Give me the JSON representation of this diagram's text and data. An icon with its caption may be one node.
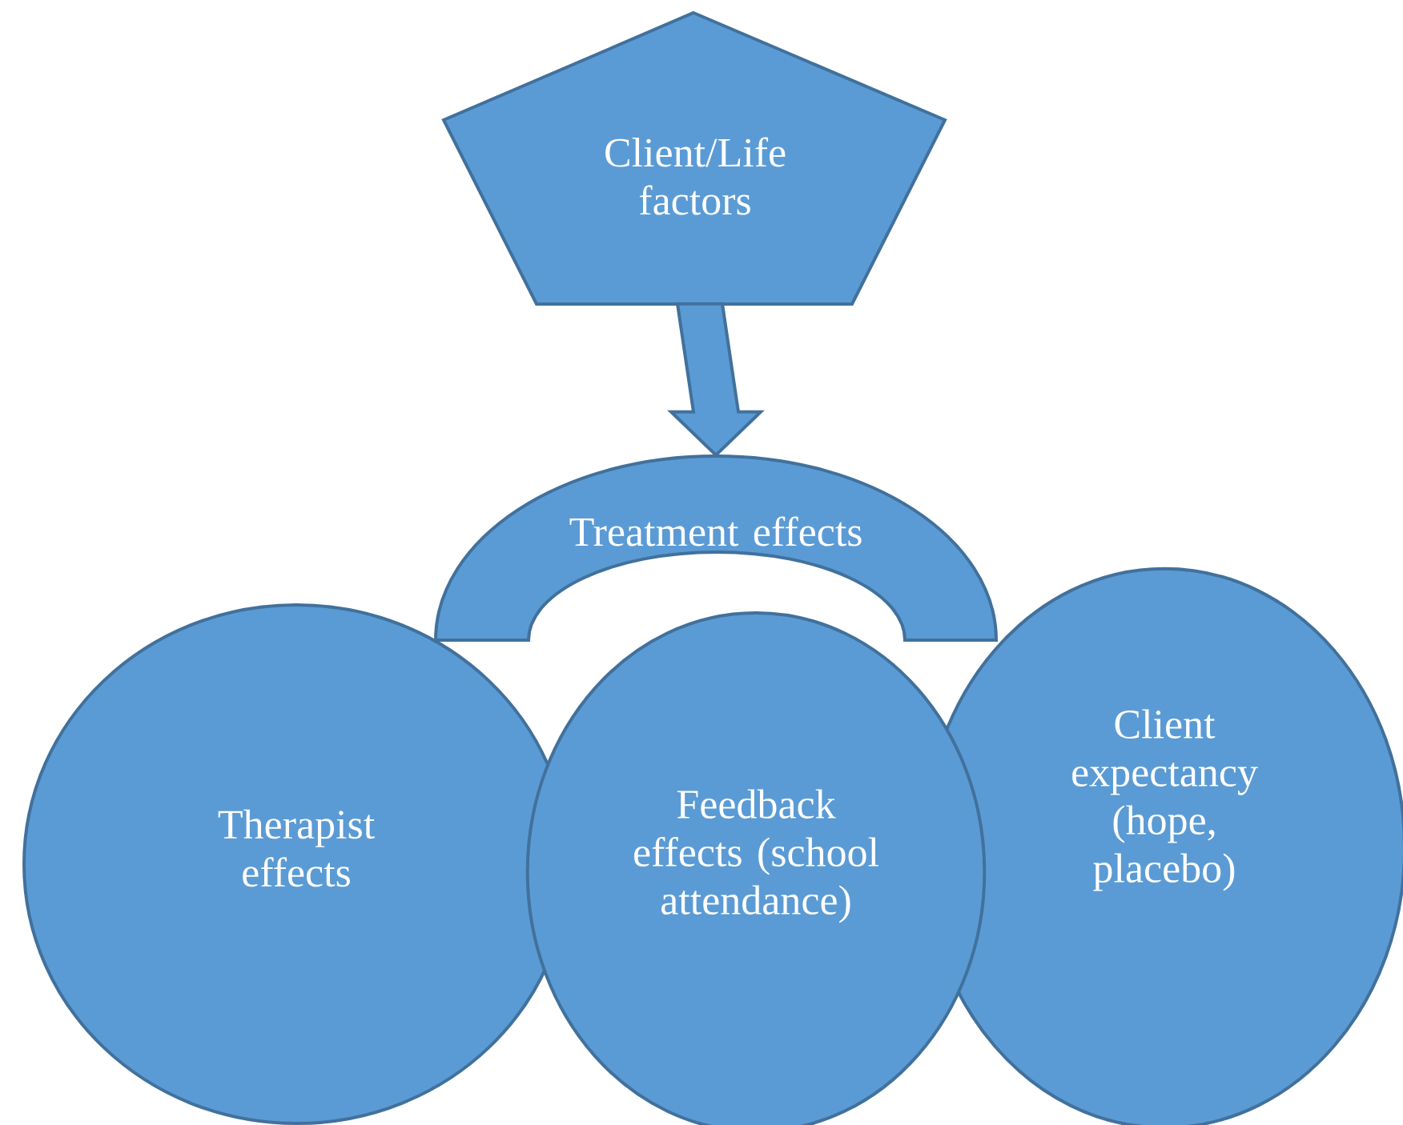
{
  "diagram": {
    "nodes": [
      {
        "text": [
          "Client/Life factors"
        ]
      },
      {
        "text": [
          "Treatment effects"
        ]
      },
      {
        "text": [
          "Therapist effects"
        ]
      },
      {
        "text": [
          "Feedback effects (school attendance)"
        ]
      },
      {
        "text": [
          "Client expectancy (hope, placebo)"
        ]
      }
    ],
    "edges": [
      {
        "from": 0,
        "to": 1,
        "arrow": "to"
      }
    ]
  }
}
